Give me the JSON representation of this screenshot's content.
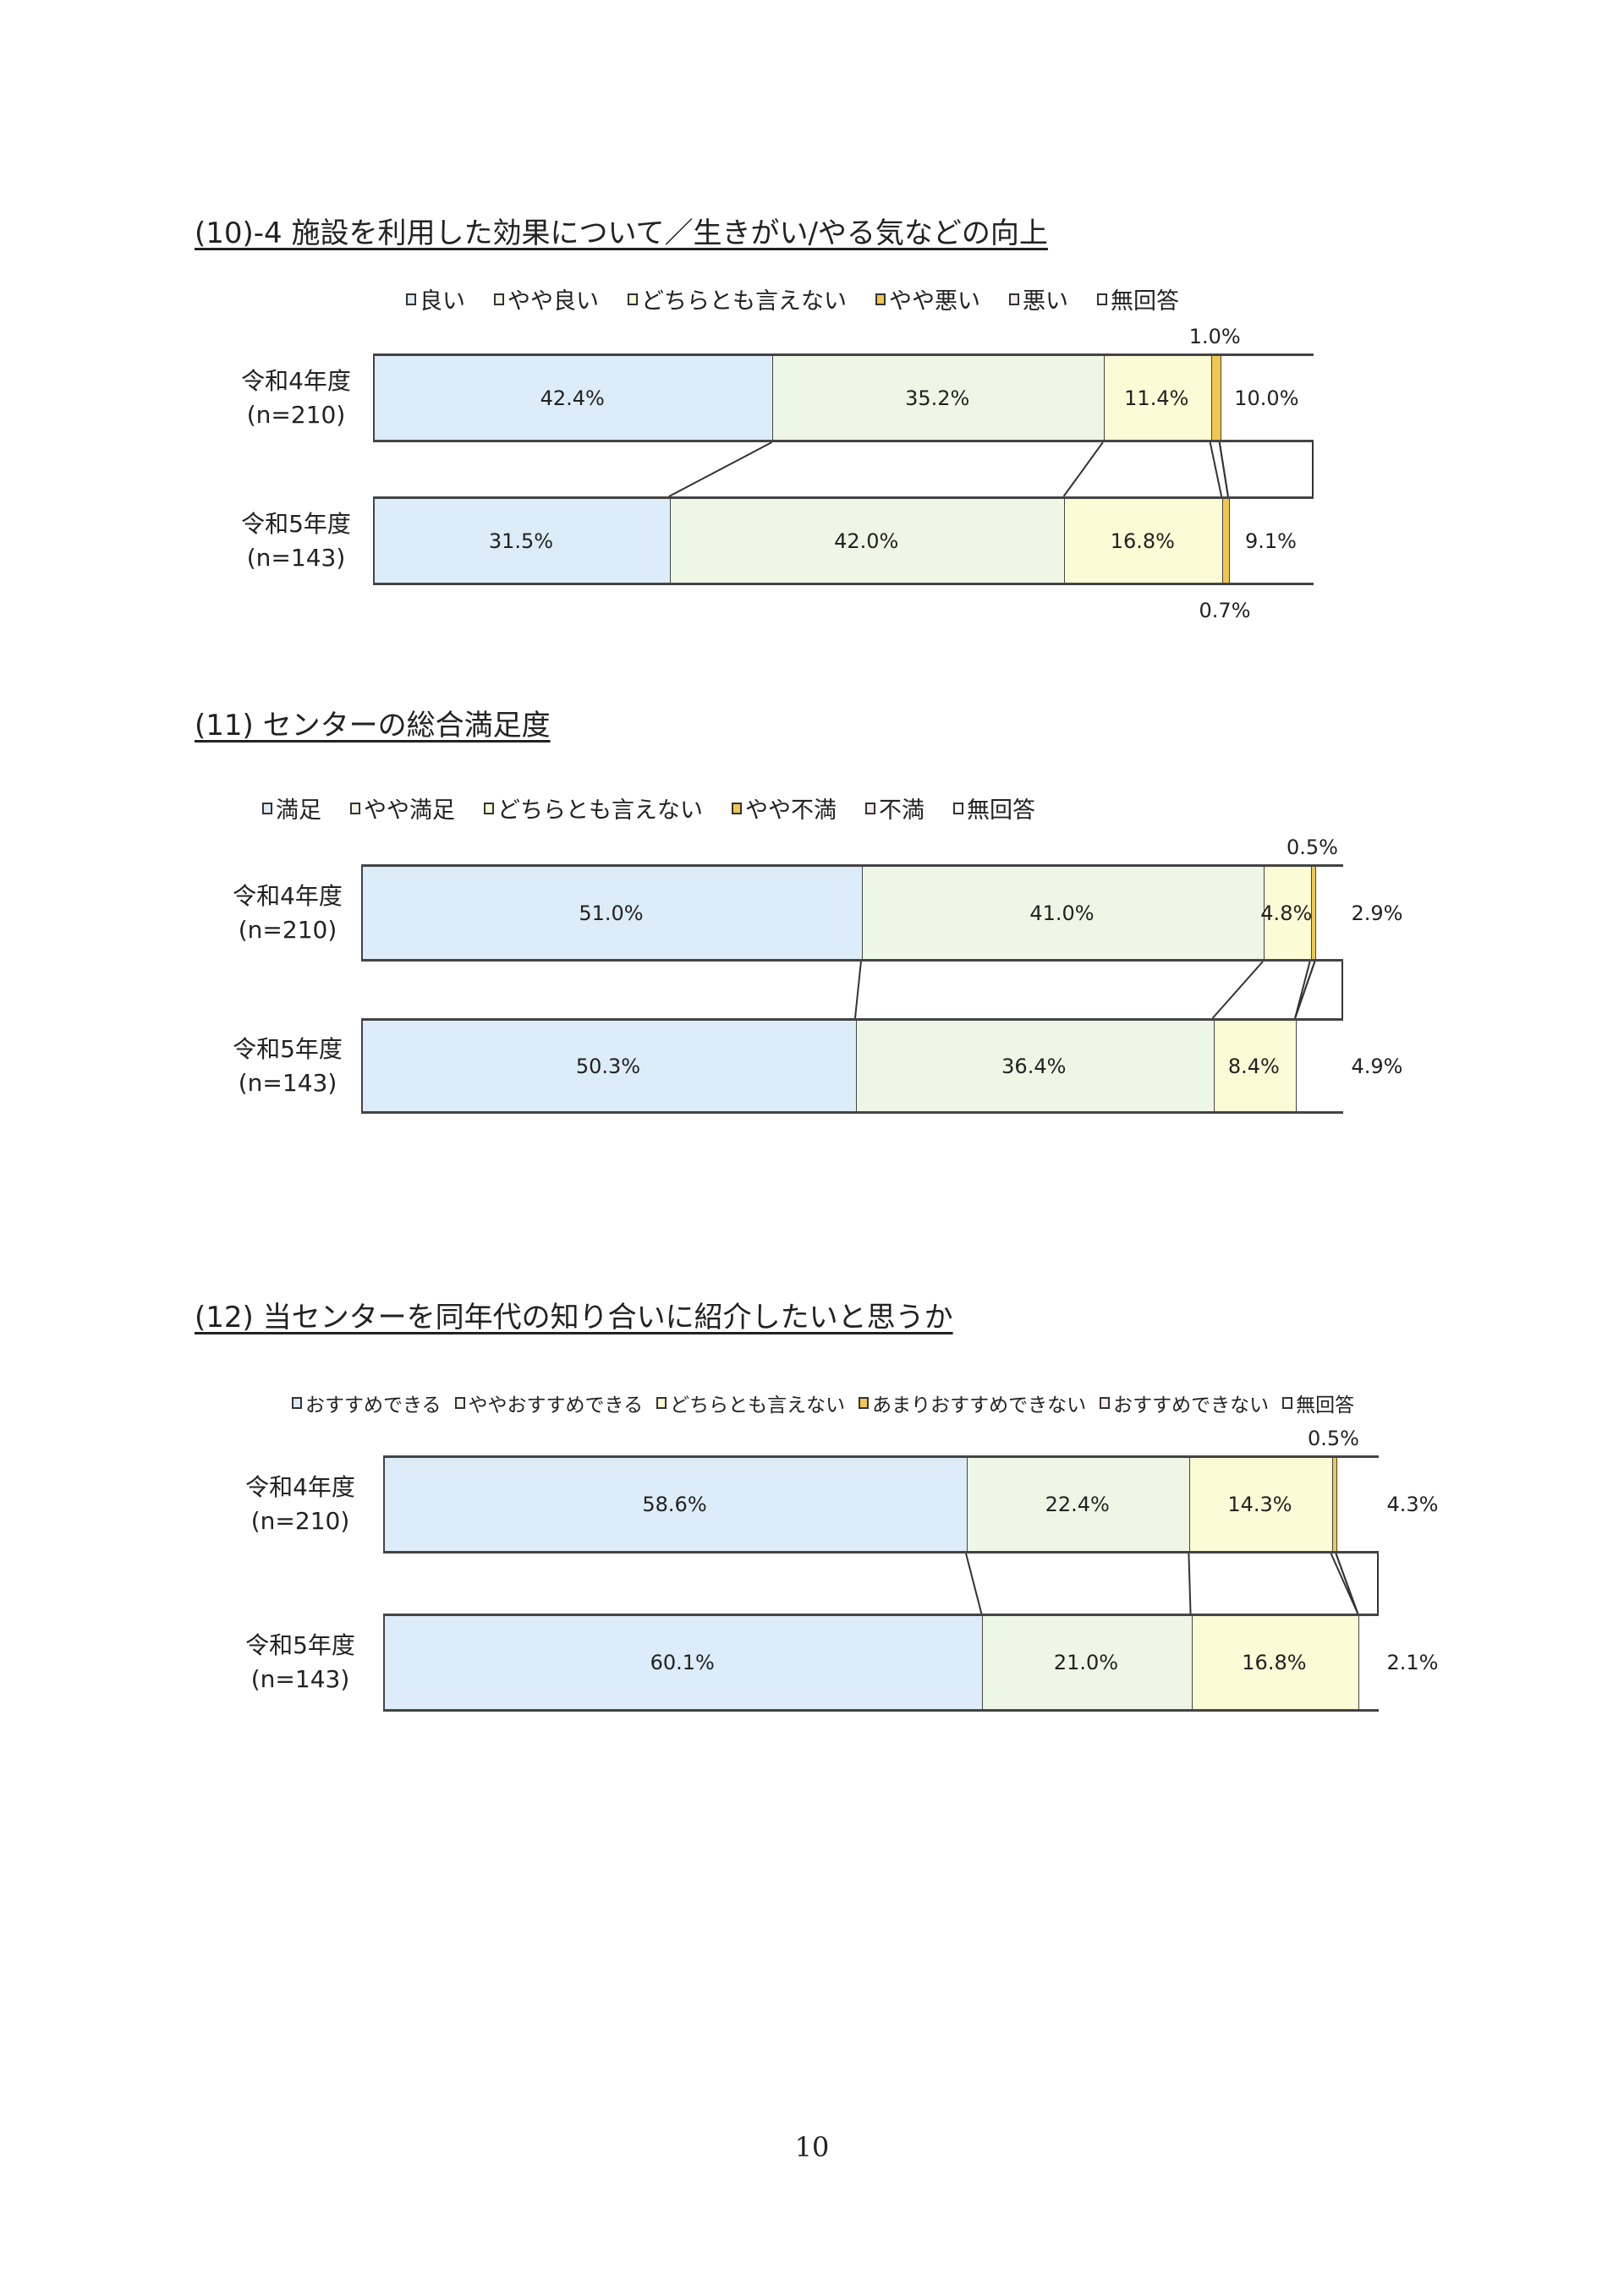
{
  "colors": [
    "#dcecf8",
    "#eef7e6",
    "#fbfbd6",
    "#f0c850",
    "#fbe9f2",
    "#ffffff"
  ],
  "chart_data": [
    {
      "type": "bar",
      "stacked": true,
      "orientation": "horizontal",
      "title": "(10)-4 施設を利用した効果について／生きがい/やる気などの向上",
      "legend": [
        "良い",
        "やや良い",
        "どちらとも言えない",
        "やや悪い",
        "悪い",
        "無回答"
      ],
      "categories": [
        {
          "label": "令和4年度",
          "n": "(n=210)"
        },
        {
          "label": "令和5年度",
          "n": "(n=143)"
        }
      ],
      "series_values": [
        [
          42.4,
          35.2,
          11.4,
          1.0,
          0,
          10.0
        ],
        [
          31.5,
          42.0,
          16.8,
          0.7,
          0,
          9.1
        ]
      ],
      "unit": "%"
    },
    {
      "type": "bar",
      "stacked": true,
      "orientation": "horizontal",
      "title": "(11) センターの総合満足度",
      "legend": [
        "満足",
        "やや満足",
        "どちらとも言えない",
        "やや不満",
        "不満",
        "無回答"
      ],
      "categories": [
        {
          "label": "令和4年度",
          "n": "(n=210)"
        },
        {
          "label": "令和5年度",
          "n": "(n=143)"
        }
      ],
      "series_values": [
        [
          51.0,
          41.0,
          4.8,
          0.5,
          0,
          2.9
        ],
        [
          50.3,
          36.4,
          8.4,
          0,
          0,
          4.9
        ]
      ],
      "unit": "%"
    },
    {
      "type": "bar",
      "stacked": true,
      "orientation": "horizontal",
      "title": "(12) 当センターを同年代の知り合いに紹介したいと思うか",
      "legend": [
        "おすすめできる",
        "ややおすすめできる",
        "どちらとも言えない",
        "あまりおすすめできない",
        "おすすめできない",
        "無回答"
      ],
      "categories": [
        {
          "label": "令和4年度",
          "n": "(n=210)"
        },
        {
          "label": "令和5年度",
          "n": "(n=143)"
        }
      ],
      "series_values": [
        [
          58.6,
          22.4,
          14.3,
          0.5,
          0,
          4.3
        ],
        [
          60.1,
          21.0,
          16.8,
          0,
          0,
          2.1
        ]
      ],
      "unit": "%"
    }
  ],
  "page_number": "10"
}
